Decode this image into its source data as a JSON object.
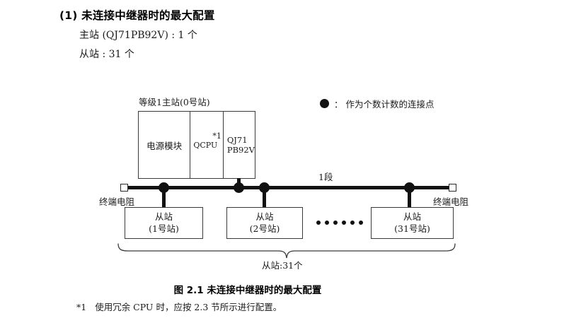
{
  "section": {
    "heading": "(1) 未连接中继器时的最大配置",
    "specs": [
      "主站 (QJ71PB92V) : 1 个",
      "从站 : 31 个"
    ]
  },
  "diagram": {
    "legend": {
      "symbol": "filled-circle",
      "text": "： 作为个数计数的连接点"
    },
    "master": {
      "caption": "等级1主站(0号站)",
      "cells": [
        {
          "label": "电源模块"
        },
        {
          "label": "QCPU",
          "footnote": "*1"
        },
        {
          "label": "QJ71\nPB92V"
        }
      ]
    },
    "bus": {
      "segment_label": "1段",
      "terminator_left_label": "终端电阻",
      "terminator_right_label": "终端电阻",
      "dot_count": 4
    },
    "slaves": [
      {
        "title": "从站",
        "station": "(1号站)"
      },
      {
        "title": "从站",
        "station": "(2号站)"
      },
      {
        "title": "从站",
        "station": "(31号站)"
      }
    ],
    "ellipsis_dots": 6,
    "brace_label": "从站:31个"
  },
  "figure": {
    "caption": "图 2.1  未连接中继器时的最大配置"
  },
  "footnote": {
    "marker": "*1",
    "text": "使用冗余 CPU 时，应按 2.3 节所示进行配置。"
  },
  "colors": {
    "ink": "#1a1a1a",
    "line": "#111111",
    "box_border": "#3a3a3a",
    "page": "#ffffff"
  }
}
